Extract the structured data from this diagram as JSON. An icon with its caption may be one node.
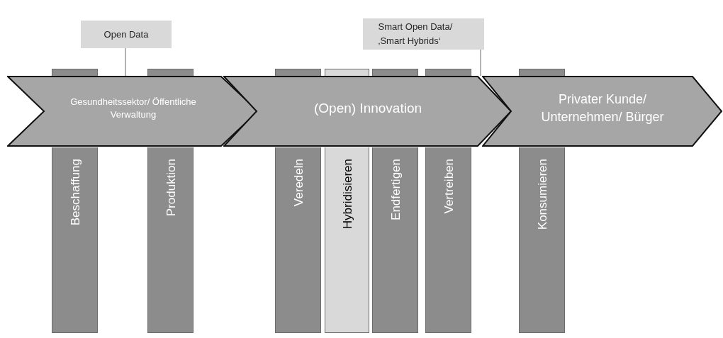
{
  "diagram": {
    "nodes": [
      {
        "text": [
          "Open Data"
        ]
      },
      {
        "text": [
          "Smart Open Data/ ‚Smart Hybrids‘"
        ]
      },
      {
        "text": [
          "Gesundheitssektor/ Öffentliche Verwaltung"
        ]
      },
      {
        "text": [
          "(Open) Innovation"
        ]
      },
      {
        "text": [
          "Privater Kunde/ Unternehmen/ Bürger"
        ]
      },
      {
        "text": [
          "Beschaffung"
        ]
      },
      {
        "text": [
          "Produktion"
        ]
      },
      {
        "text": [
          "Veredeln"
        ]
      },
      {
        "text": [
          "Hybridisieren"
        ]
      },
      {
        "text": [
          "Endfertigen"
        ]
      },
      {
        "text": [
          "Vertreiben"
        ]
      },
      {
        "text": [
          "Konsumieren"
        ]
      }
    ],
    "edges": [
      {
        "from": 0,
        "to": 2,
        "arrow": "none"
      },
      {
        "from": 1,
        "to": 3,
        "arrow": "none"
      }
    ]
  }
}
